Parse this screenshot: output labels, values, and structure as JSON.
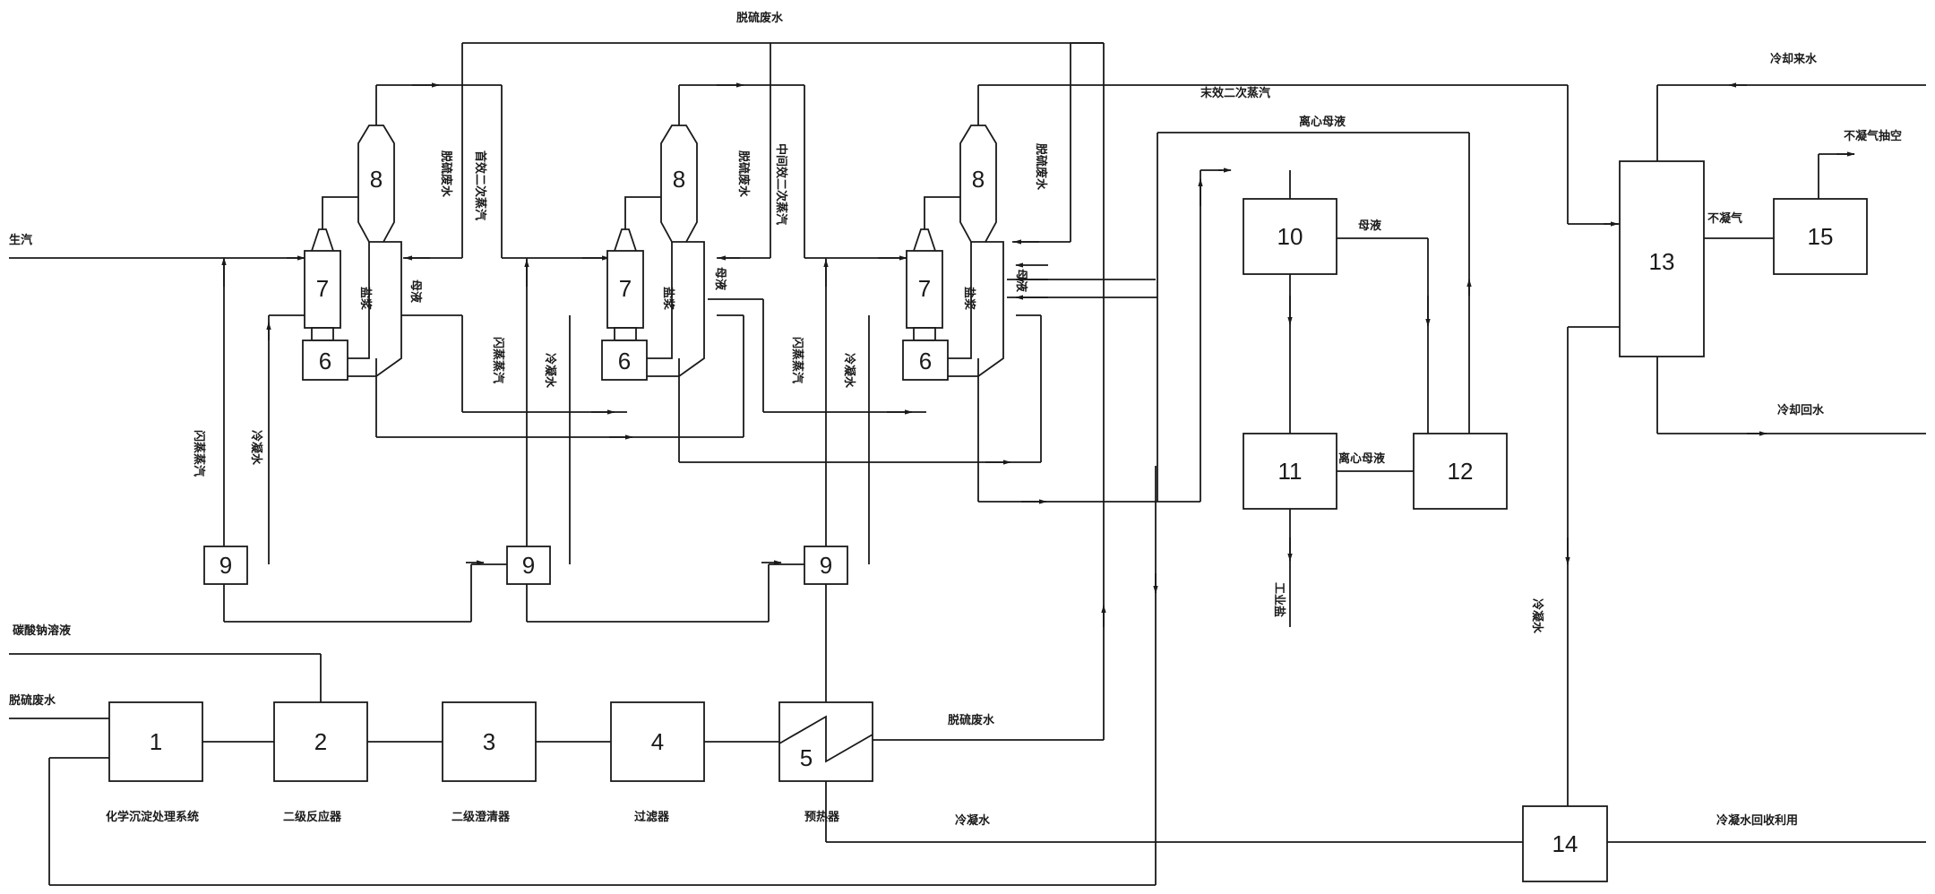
{
  "units": {
    "u1": "1",
    "u2": "2",
    "u3": "3",
    "u4": "4",
    "u5": "5",
    "u6": "6",
    "u7": "7",
    "u8": "8",
    "u9": "9",
    "u10": "10",
    "u11": "11",
    "u12": "12",
    "u13": "13",
    "u14": "14",
    "u15": "15"
  },
  "labels": {
    "chemical_precipitation": "化学沉淀处理系统",
    "secondary_reactor": "二级反应器",
    "secondary_clarifier": "二级澄清器",
    "filter": "过滤器",
    "preheater": "预热器",
    "fresh_steam": "生汽",
    "desulfurization_wastewater": "脱硫废水",
    "sodium_carbonate_solution": "碳酸钠溶液",
    "final_secondary_steam": "末效二次蒸汽",
    "centrifuge_mother_liquor": "离心母液",
    "mother_liquor": "母液",
    "cooling_water_in": "冷却来水",
    "cooling_water_return": "冷却回水",
    "noncondensable_gas": "不凝气",
    "noncondensable_to_vacuum": "不凝气抽空",
    "condensate": "冷凝水",
    "condensate_recovery": "冷凝水回收利用",
    "industrial_salt": "工业盐",
    "flash_steam": "闪蒸蒸汽",
    "first_effect_secondary_steam": "首效二次蒸汽",
    "middle_effect_secondary_steam": "中间效二次蒸汽",
    "salt_slurry": "盐浆"
  }
}
